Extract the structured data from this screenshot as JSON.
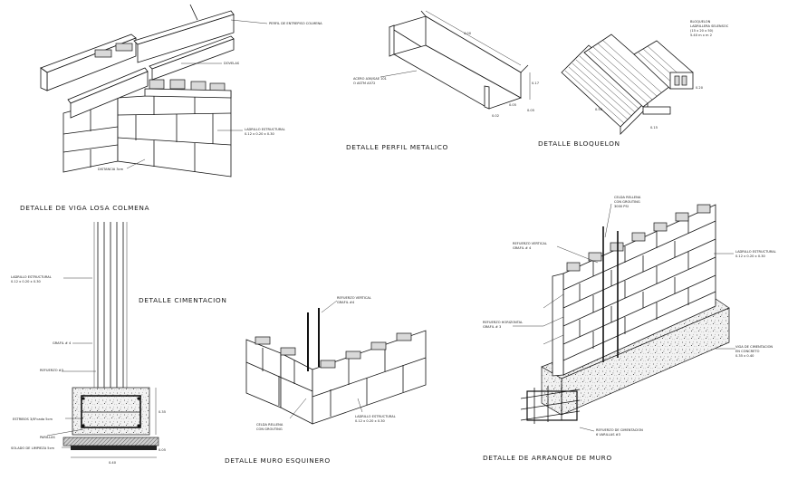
{
  "titles": {
    "viga_losa": "DETALLE DE VIGA LOSA COLMENA",
    "perfil": "DETALLE PERFIL METALICO",
    "bloquelon": "DETALLE BLOQUELON",
    "cimentacion": "DETALLE CIMENTACION",
    "muro_esquinero": "DETALLE MURO ESQUINERO",
    "arranque": "DETALLE DE ARRANQUE DE MURO"
  },
  "notes": {
    "perfil_entrepiso": "PERFIL DE ENTREPISO COLMENA",
    "dovelas": "DOVELAS",
    "ladrillo_estructural_1": "LADRILLO ESTRUCTURAL",
    "ladrillo_estructural_1b": "0.12 x 0.20 x 0.30",
    "distancia": "DISTANCIA 3cm",
    "acero": "ACERO A36/SAE 101",
    "acero_b": "O ASTM A572",
    "bloquelon_a": "BLOQUELON",
    "bloquelon_b": "LADRILLERA SELENSOC",
    "bloquelon_c": "(15 x 20 x 50)",
    "bloquelon_d": "5.40 m x m 2",
    "ladrillo_estructural_2": "LADRILLO ESTRUCTURAL",
    "ladrillo_estructural_2b": "0.12 x 0.20 x 0.30",
    "grafil": "GRAFIL # 4",
    "refuerzo_4": "REFUERZO #3",
    "estribos": "ESTRIBOS 3/8\"cada 5cm",
    "parillas": "PARILLAS",
    "solado": "SOLADO DE LIMPIEZA 5cm",
    "refuerzo_vertical_a": "REFUERZO VERTICAL",
    "refuerzo_vertical_b": "GRAFIL #4",
    "celda_rellena_a": "CELDA RELLENA",
    "celda_rellena_b": "CON GROUTING",
    "ladrillo_estructural_3": "LADRILLO ESTRUCTURAL",
    "ladrillo_estructural_3b": "0.12 x 0.20 x 0.30",
    "celda_rellena_2a": "CELDA RELLENA",
    "celda_rellena_2b": "CON GROUTING",
    "celda_rellena_2c": "3000 PSI",
    "refuerzo_vertical_2a": "REFUERZO VERTICAL",
    "refuerzo_vertical_2b": "GRAFIL # 4",
    "ladrillo_estructural_4": "LADRILLO ESTRUCTURAL",
    "ladrillo_estructural_4b": "0.12 x 0.20 x 0.30",
    "refuerzo_horizontal_a": "REFUERZO HORIZONTAL",
    "refuerzo_horizontal_b": "GRAFIL # 3",
    "viga_cimentacion_a": "VIGA DE CIMENTACION",
    "viga_cimentacion_b": "EN CONCRETO",
    "viga_cimentacion_c": "0.35 x 0.40",
    "refuerzo_cimentacion_a": "REFUERZO DE CIMENTACION",
    "refuerzo_cimentacion_b": "6 VARILLAS #3"
  },
  "dims": {
    "perfil_len": "4.00",
    "perfil_h": "0.17",
    "perfil_w": "0.05",
    "perfil_t": "0.02",
    "perfil_b": "0.05",
    "bloq_len": "0.50",
    "bloq_h": "0.20",
    "bloq_w": "0.15",
    "cim_h": "0.35",
    "cim_s": "0.05",
    "cim_w": "0.40"
  }
}
